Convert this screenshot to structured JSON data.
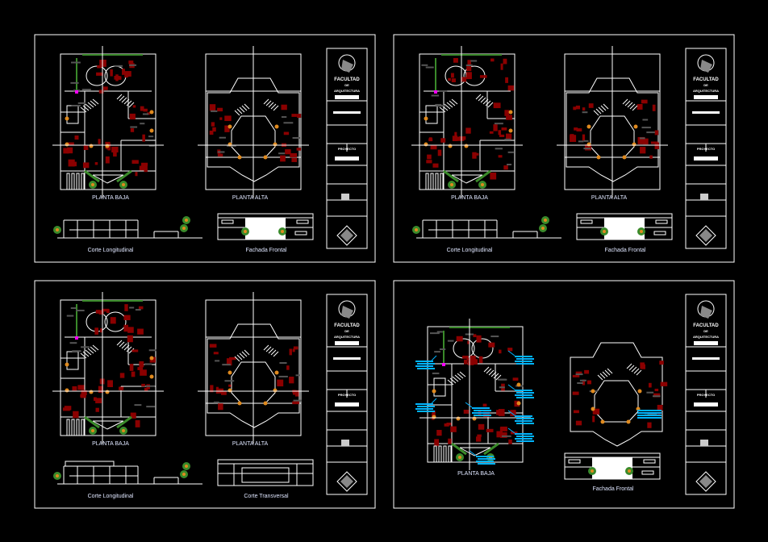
{
  "title_block": {
    "line1": "FACULTAD",
    "line2": "DE",
    "line3": "ARQUITECTURA",
    "project_label": "PROYECTO"
  },
  "sheets": [
    {
      "labels": {
        "plan_low": "PLANTA BAJA",
        "plan_high": "PLANTA ALTA",
        "section_left": "Corte Longitudinal",
        "section_right": "Fachada Frontal"
      }
    },
    {
      "labels": {
        "plan_low": "PLANTA BAJA",
        "plan_high": "PLANTA ALTA",
        "section_left": "Corte Longitudinal",
        "section_right": "Fachada Frontal"
      }
    },
    {
      "labels": {
        "plan_low": "PLANTA BAJA",
        "plan_high": "PLANTA ALTA",
        "section_left": "Corte Longitudinal",
        "section_right": "Corte Transversal"
      }
    },
    {
      "labels": {
        "plan_low": "PLANTA BAJA",
        "section_right": "Fachada Frontal"
      }
    }
  ],
  "colors": {
    "line": "#ffffff",
    "furniture": "#8b0000",
    "column": "#e08a1e",
    "hatch": "#555555",
    "annotation": "#00b4ff",
    "plants": "#3a8a2a",
    "marker": "#ff00ff"
  }
}
